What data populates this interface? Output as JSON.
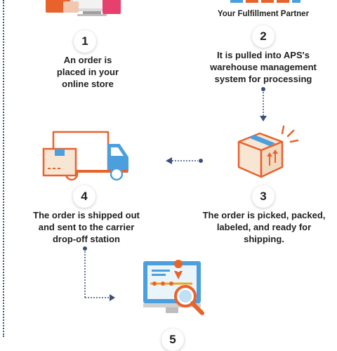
{
  "partner_label": "Your Fulfillment Partner",
  "steps": [
    {
      "number": "1",
      "lines": [
        "An order is",
        "placed in your",
        "online store"
      ]
    },
    {
      "number": "2",
      "lines": [
        "It is pulled into APS's",
        "warehouse management",
        "system for processing"
      ]
    },
    {
      "number": "3",
      "lines": [
        "The order is picked, packed,",
        "labeled, and ready for",
        "shipping."
      ]
    },
    {
      "number": "4",
      "lines": [
        "The order is shipped out",
        "and sent to the carrier",
        "drop-off station"
      ]
    },
    {
      "number": "5",
      "lines": []
    }
  ],
  "colors": {
    "orange": "#e8622c",
    "blue": "#4a9fdc",
    "connector": "#3c4f7a",
    "box_fill": "#f7e6d4"
  }
}
